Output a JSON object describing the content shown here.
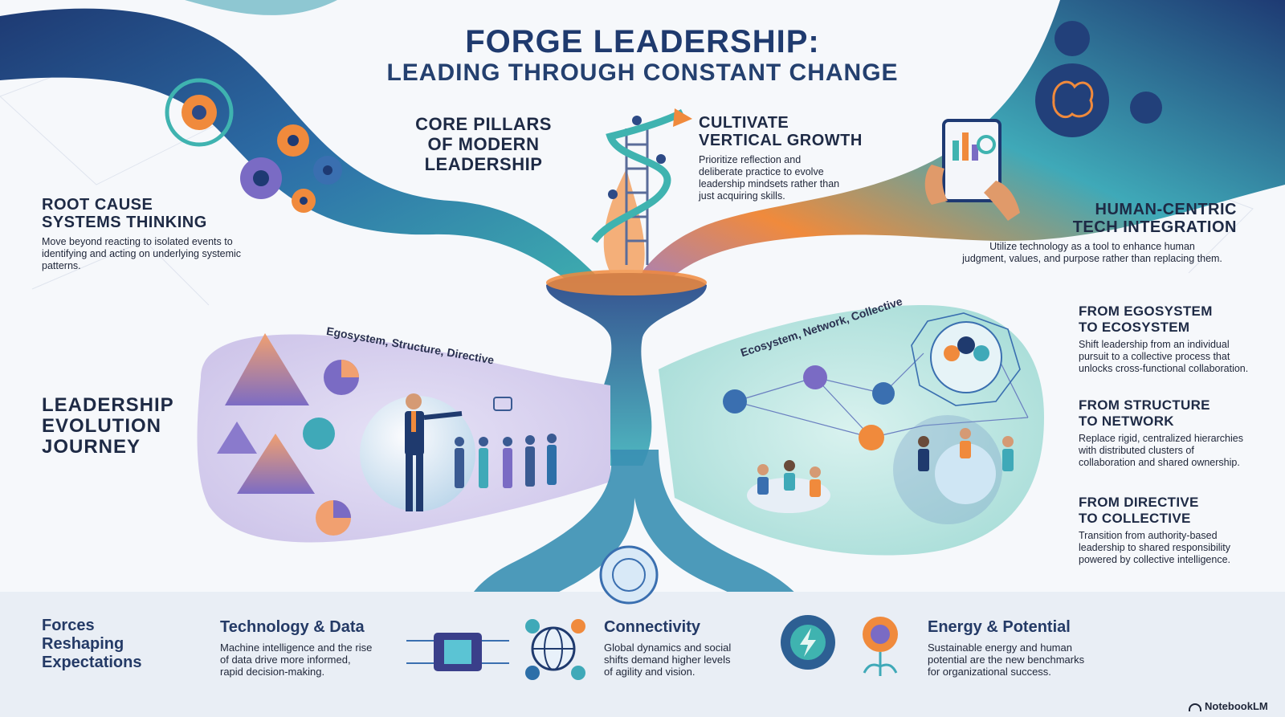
{
  "title": {
    "line1": "FORGE LEADERSHIP:",
    "line2": "LEADING THROUGH CONSTANT CHANGE"
  },
  "core_pillars": {
    "line1": "CORE PILLARS",
    "line2": "OF MODERN",
    "line3": "LEADERSHIP"
  },
  "vertical_growth": {
    "line1": "CULTIVATE",
    "line2": "VERTICAL GROWTH",
    "body1": "Prioritize reflection and",
    "body2": "deliberate practice to evolve",
    "body3": "leadership mindsets rather than",
    "body4": "just acquiring skills."
  },
  "root_cause": {
    "line1": "ROOT CAUSE",
    "line2": "SYSTEMS THINKING",
    "body1": "Move beyond reacting to isolated events to",
    "body2": "identifying and acting on underlying systemic",
    "body3": "patterns."
  },
  "human_centric": {
    "line1": "HUMAN-CENTRIC",
    "line2": "TECH INTEGRATION",
    "body1": "Utilize technology as a tool to enhance human",
    "body2": "judgment, values, and purpose rather than replacing them."
  },
  "evolution": {
    "line1": "LEADERSHIP",
    "line2": "EVOLUTION",
    "line3": "JOURNEY",
    "left_curve": "Egosystem, Structure, Directive",
    "right_curve": "Ecosystem, Network, Collective"
  },
  "shifts": [
    {
      "h1": "FROM EGOSYSTEM",
      "h2": "TO ECOSYSTEM",
      "b1": "Shift leadership from an individual",
      "b2": "pursuit to a collective process that",
      "b3": "unlocks cross-functional collaboration."
    },
    {
      "h1": "FROM STRUCTURE",
      "h2": "TO NETWORK",
      "b1": "Replace rigid, centralized hierarchies",
      "b2": "with distributed clusters of",
      "b3": "collaboration and shared ownership."
    },
    {
      "h1": "FROM DIRECTIVE",
      "h2": "TO COLLECTIVE",
      "b1": "Transition from authority-based",
      "b2": "leadership to shared responsibility",
      "b3": "powered by collective intelligence."
    }
  ],
  "forces": {
    "line1": "Forces",
    "line2": "Reshaping",
    "line3": "Expectations",
    "items": [
      {
        "heading": "Technology & Data",
        "b1": "Machine intelligence and the rise",
        "b2": "of data drive more informed,",
        "b3": "rapid decision-making."
      },
      {
        "heading": "Connectivity",
        "b1": "Global dynamics and social",
        "b2": "shifts demand higher levels",
        "b3": "of agility and vision."
      },
      {
        "heading": "Energy & Potential",
        "b1": "Sustainable energy and human",
        "b2": "potential are the new benchmarks",
        "b3": "for organizational success."
      }
    ]
  },
  "brand": "NotebookLM",
  "icons": {
    "gears": "gear-icon",
    "brain": "brain-icon",
    "tablet": "tablet-chart-icon",
    "ladder": "ladder-icon",
    "pyramid": "pyramid-icon",
    "network": "network-icon",
    "chip": "microchip-icon",
    "globe": "globe-icon",
    "energy": "lightning-icon"
  },
  "colors": {
    "navy": "#1f3a6e",
    "teal": "#3fb3b0",
    "orange": "#f08a3c",
    "purple": "#7a6bc4",
    "band": "#e9eef5"
  }
}
